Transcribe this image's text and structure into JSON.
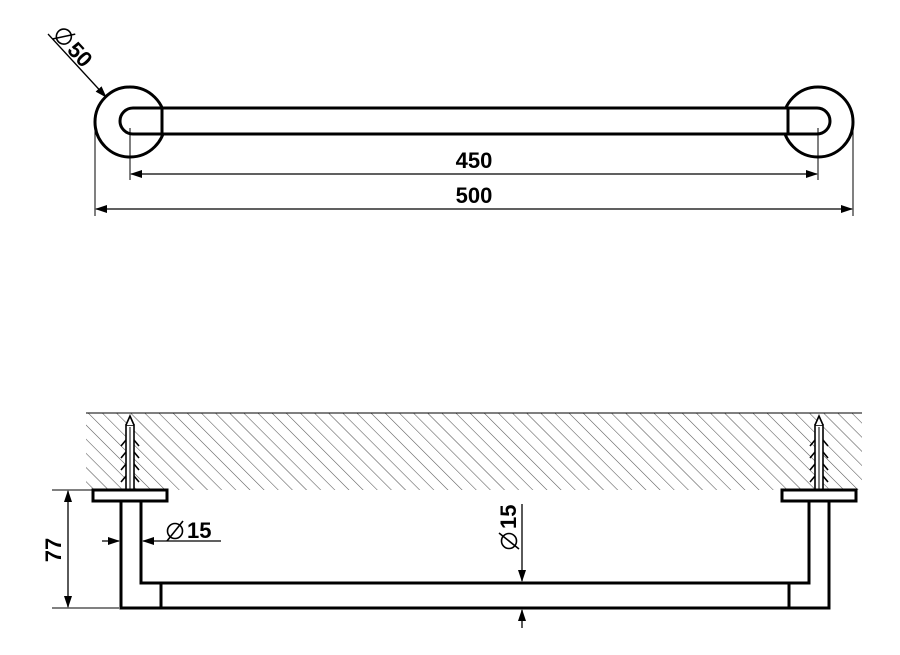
{
  "top_view": {
    "rosette_diameter_label": "50",
    "bar_length_label": "450",
    "overall_length_label": "500"
  },
  "front_view": {
    "projection_label": "77",
    "post_diameter_label": "15",
    "bar_diameter_label": "15"
  },
  "colors": {
    "line": "#000000",
    "background": "#ffffff",
    "hatch": "#555555"
  },
  "symbols": {
    "diameter": "diameter-symbol",
    "wall_anchor": "wall-plug-anchor-icon"
  }
}
